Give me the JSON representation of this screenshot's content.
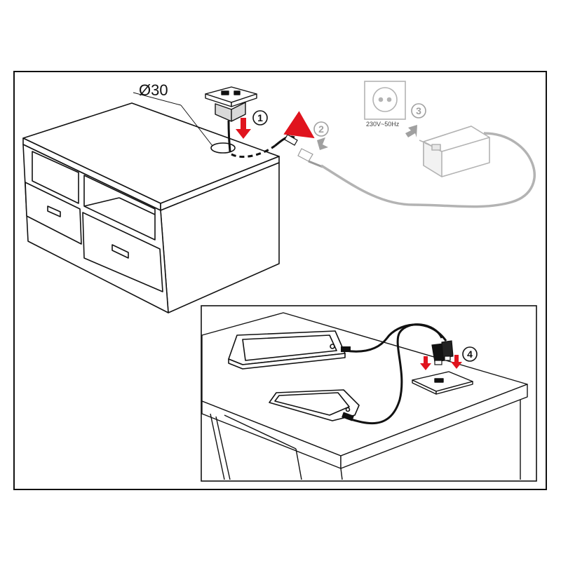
{
  "diameter_label": "Ø30",
  "voltage_label": "230V~50Hz",
  "steps": [
    {
      "number": "1",
      "description": ""
    },
    {
      "number": "2",
      "description": ""
    },
    {
      "number": "3",
      "description": ""
    },
    {
      "number": "4",
      "description": ""
    }
  ],
  "colors": {
    "line": "#111111",
    "arrow": "#e0141e",
    "faded": "#b3b3b3",
    "faded_arrow": "#a0a0a0",
    "background": "#ffffff"
  },
  "icons": [
    "usb-socket-icon",
    "power-adapter-icon",
    "wall-socket-icon",
    "tablet-icon",
    "smartphone-icon",
    "usb-plug-icon"
  ]
}
